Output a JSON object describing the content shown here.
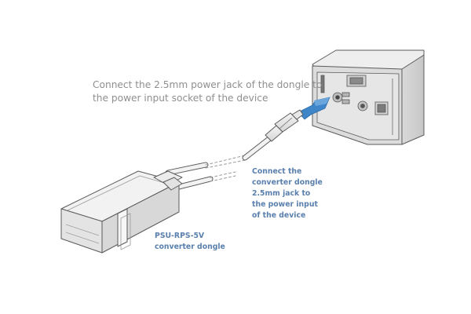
{
  "instruction": {
    "line1": "Connect the 2.5mm power jack of the dongle to",
    "line2": "the power input socket of the device"
  },
  "jack_callout": {
    "lines": [
      "Connect the",
      "converter dongle",
      "2.5mm jack to",
      "the power input",
      "of the device"
    ]
  },
  "dongle_label": {
    "line1": "PSU-RPS-5V",
    "line2": "converter dongle"
  },
  "colors": {
    "instruction_text": "#8f8f8f",
    "callout_text": "#5a80ae",
    "arrow": "#3f86c8",
    "outline": "#5b5b5b"
  },
  "icons": {
    "insert_arrow": "right-arrow-icon"
  }
}
